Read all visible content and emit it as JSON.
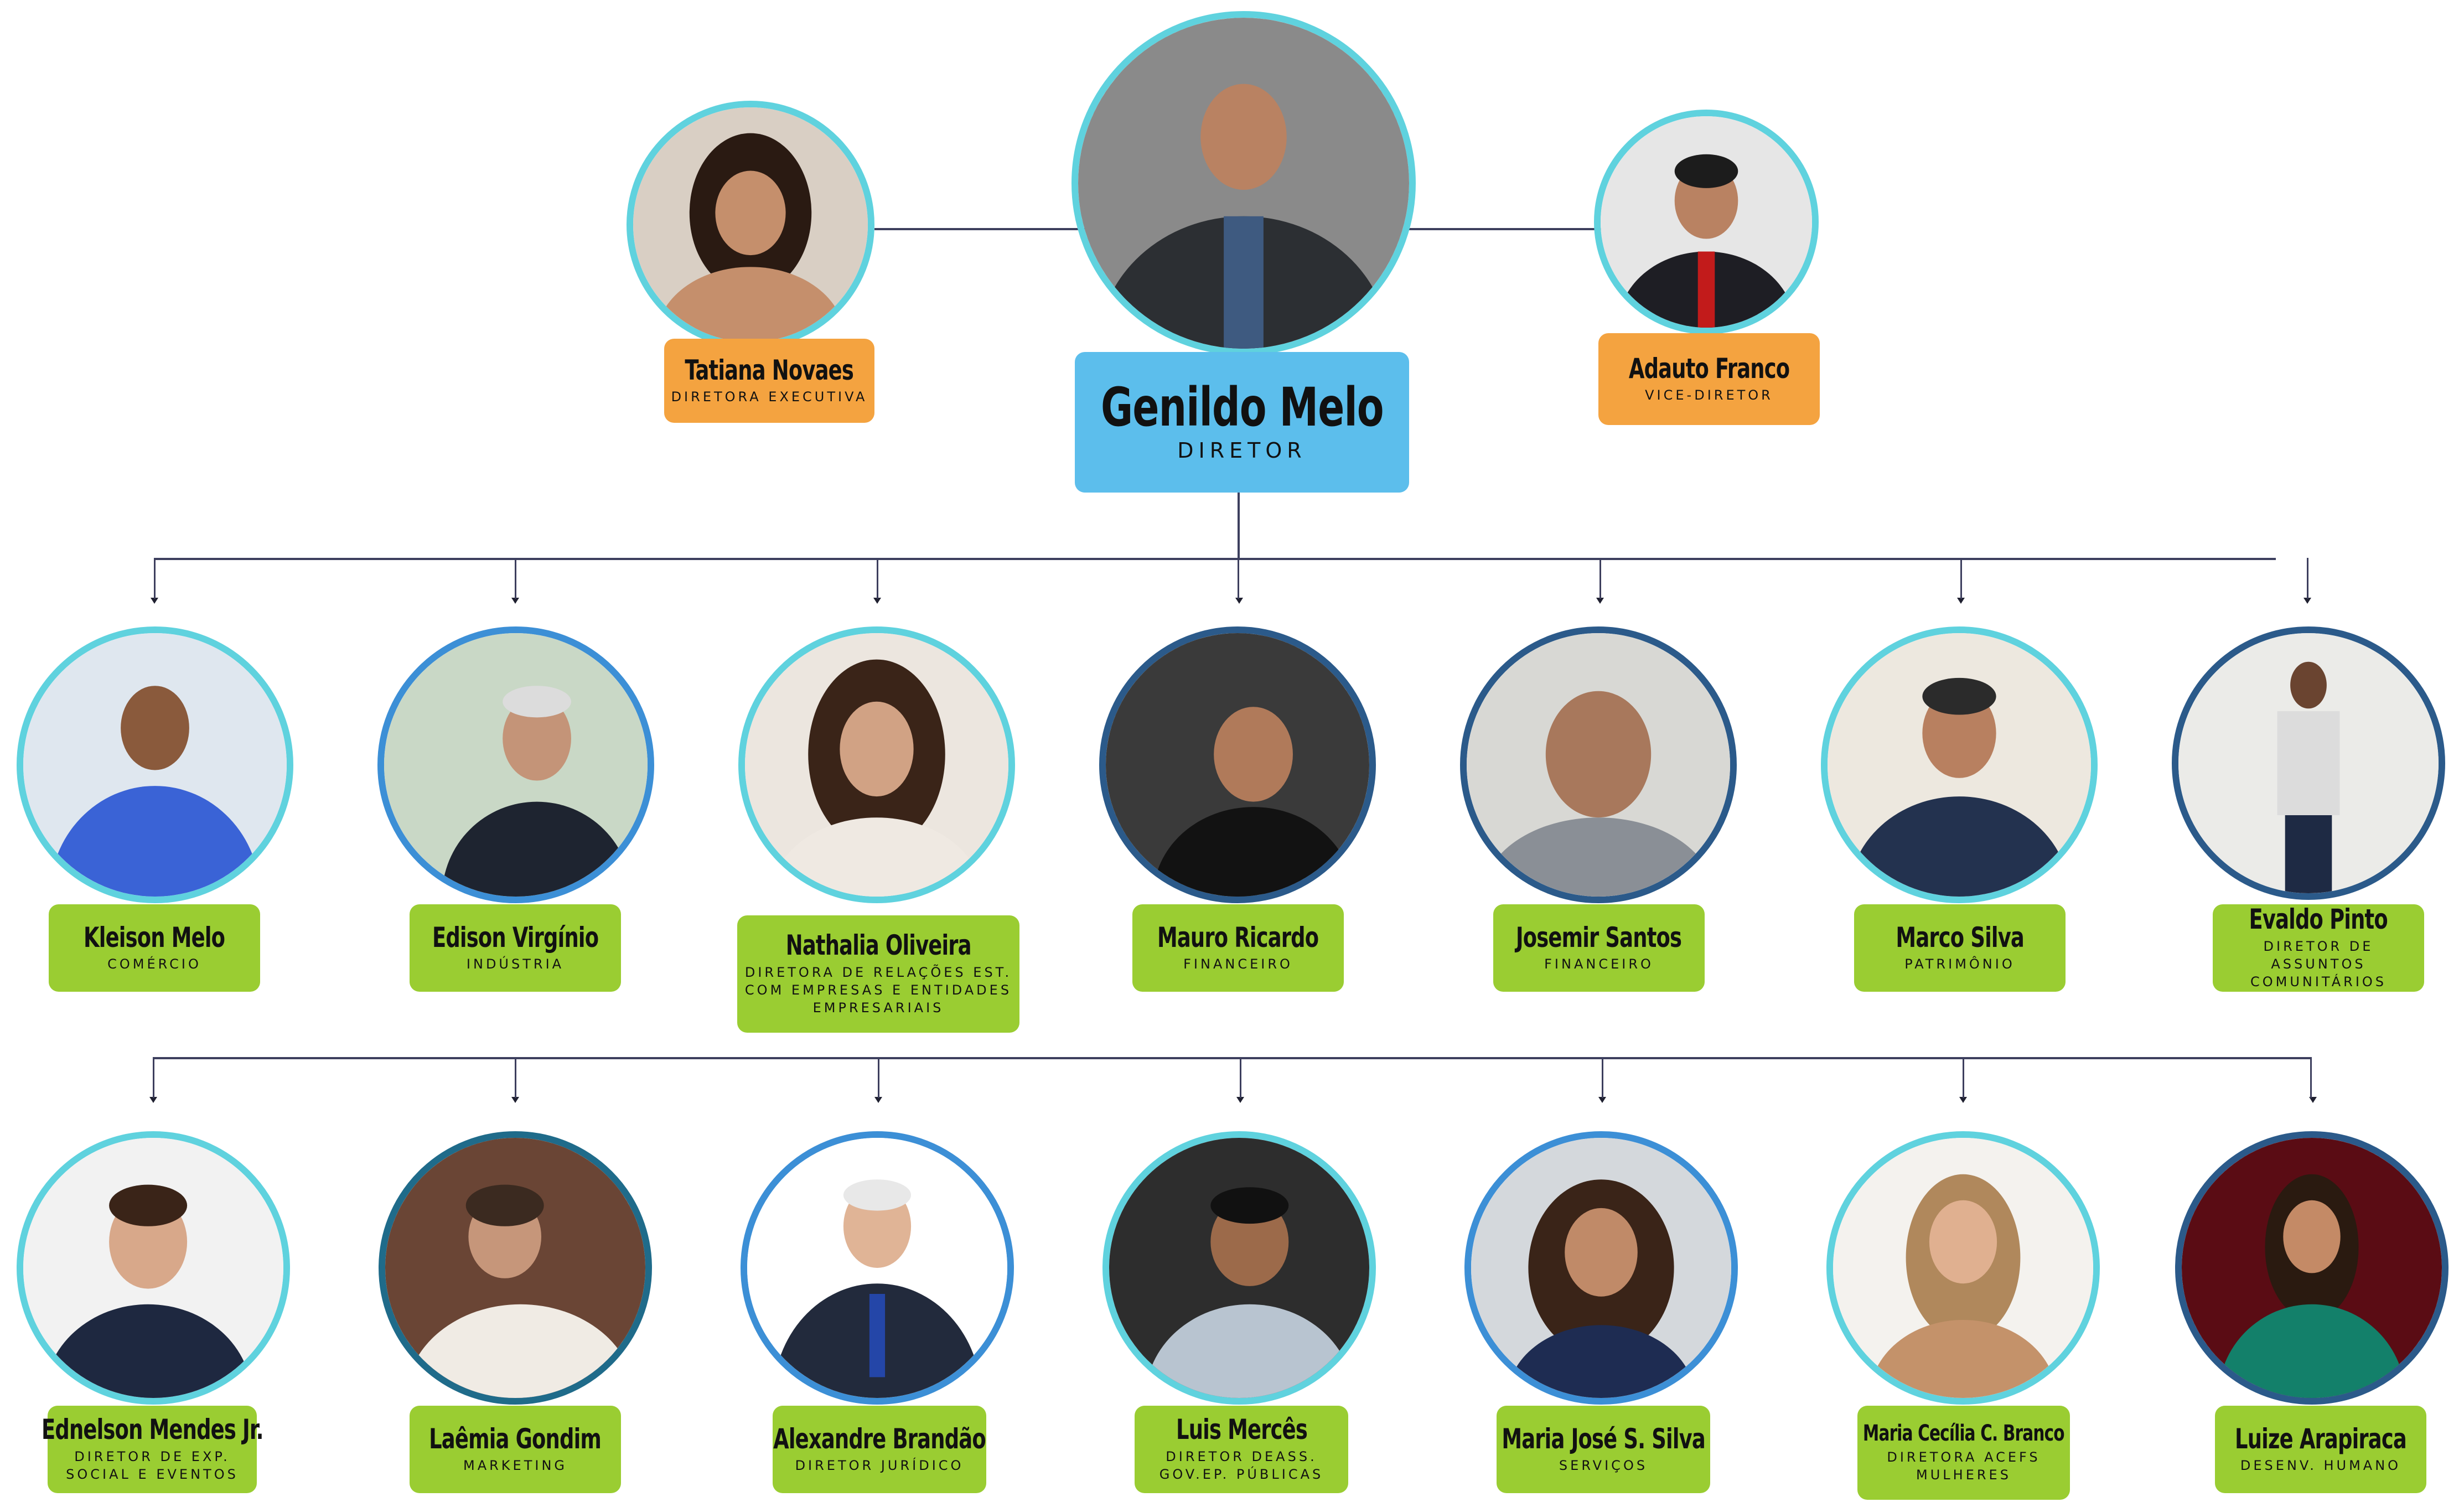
{
  "colors": {
    "connector": "#3d3f5e",
    "card_green": "#9acd32",
    "card_orange": "#f4a340",
    "card_blue": "#5cbeec",
    "ring_teal": "#5fd2de",
    "ring_dark": "#2b5a8a"
  },
  "top": {
    "director": {
      "name": "Genildo Melo",
      "role": "DIRETOR"
    },
    "left": {
      "name": "Tatiana Novaes",
      "role": "DIRETORA EXECUTIVA"
    },
    "right": {
      "name": "Adauto Franco",
      "role": "VICE-DIRETOR"
    }
  },
  "row1": [
    {
      "name": "Kleison Melo",
      "role": "COMÉRCIO"
    },
    {
      "name": "Edison Virgínio",
      "role": "INDÚSTRIA"
    },
    {
      "name": "Nathalia Oliveira",
      "role": "DIRETORA DE RELAÇÕES EST.\nCOM EMPRESAS E ENTIDADES\nEMPRESARIAIS"
    },
    {
      "name": "Mauro Ricardo",
      "role": "FINANCEIRO"
    },
    {
      "name": "Josemir Santos",
      "role": "FINANCEIRO"
    },
    {
      "name": "Marco Silva",
      "role": "PATRIMÔNIO"
    },
    {
      "name": "Evaldo Pinto",
      "role": "DIRETOR DE ASSUNTOS\nCOMUNITÁRIOS"
    }
  ],
  "row2": [
    {
      "name": "Ednelson Mendes Jr.",
      "role": "DIRETOR DE EXP.\nSOCIAL E EVENTOS"
    },
    {
      "name": "Laêmia Gondim",
      "role": "MARKETING"
    },
    {
      "name": "Alexandre Brandão",
      "role": "DIRETOR JURÍDICO"
    },
    {
      "name": "Luis Mercês",
      "role": "DIRETOR DEASS.\nGOV.EP. PÚBLICAS"
    },
    {
      "name": "Maria José S. Silva",
      "role": "SERVIÇOS"
    },
    {
      "name": "Maria Cecília C. Branco",
      "role": "DIRETORA ACEFS\nMULHERES"
    },
    {
      "name": "Luize Arapiraca",
      "role": "DESENV. HUMANO"
    }
  ]
}
